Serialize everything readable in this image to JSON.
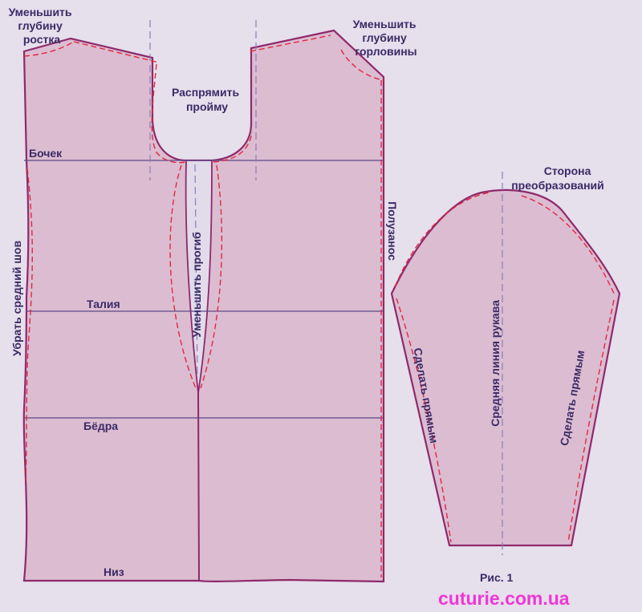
{
  "labels": {
    "reduce_back_neck": [
      "Уменьшить",
      "глубину",
      "ростка"
    ],
    "reduce_front_neck": [
      "Уменьшить",
      "глубину",
      "горловины"
    ],
    "straighten_armhole": [
      "Распрямить",
      "пройму"
    ],
    "bochek": "Бочек",
    "taliya": "Талия",
    "bedra": "Бёдра",
    "niz": "Низ",
    "reduce_curve": "Уменьшить прогиб",
    "remove_center_seam": "Убрать средний шов",
    "poluzanos": "Полузанос",
    "transform_side": [
      "Сторона",
      "преобразований"
    ],
    "sleeve_midline": "Средняя линия рукава",
    "make_straight_left": "Сделать прямым",
    "make_straight_right": "Сделать прямым",
    "figure": "Рис. 1"
  },
  "watermark": "cuturie.com.ua",
  "colors": {
    "background": "#e6dfec",
    "fabric": "#dcbcd1",
    "outline": "#8e2a6a",
    "correction": "#e02840",
    "text": "#3b2a66",
    "watermark": "#ee37d6"
  }
}
